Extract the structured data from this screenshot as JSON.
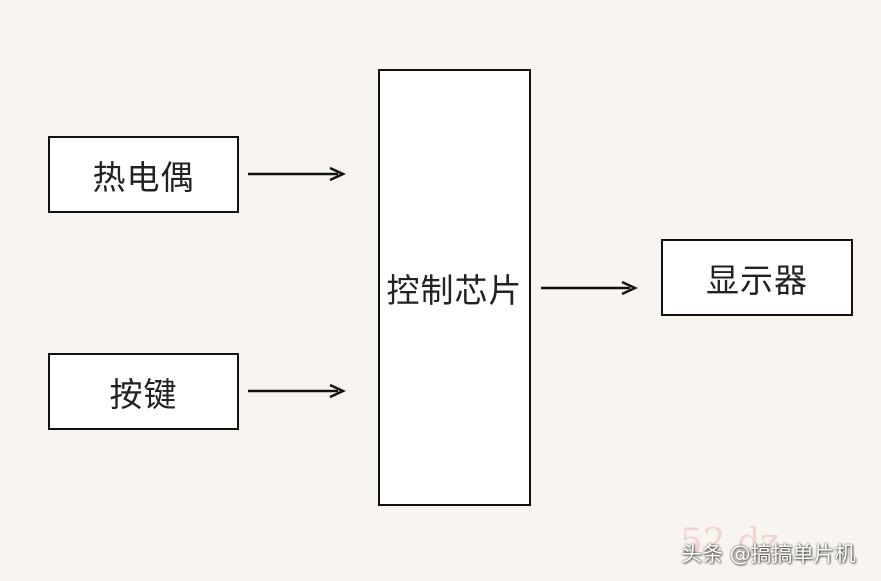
{
  "diagram": {
    "blocks": {
      "thermocouple": "热电偶",
      "button": "按键",
      "chip": "控制芯片",
      "display": "显示器"
    },
    "edges": [
      {
        "from": "thermocouple",
        "to": "chip"
      },
      {
        "from": "button",
        "to": "chip"
      },
      {
        "from": "chip",
        "to": "display"
      }
    ]
  },
  "watermark": {
    "text": "头条 @搞搞单片机",
    "ghost_text": "52 dz"
  }
}
